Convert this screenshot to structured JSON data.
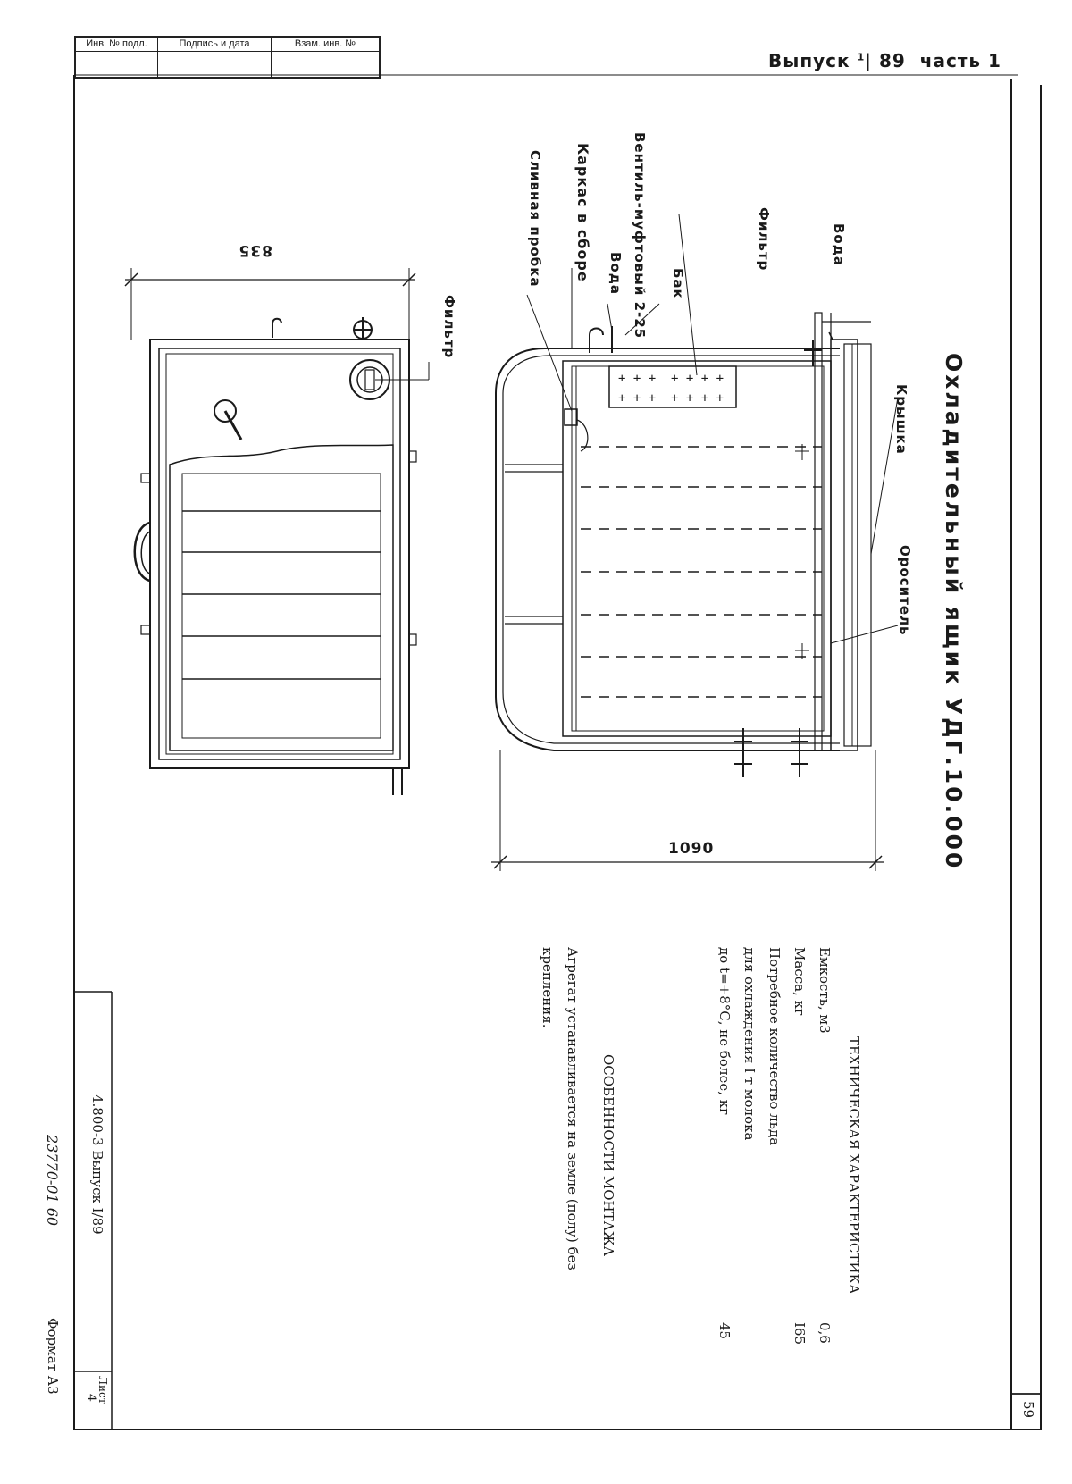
{
  "stamp": {
    "inv_podl": "Инв. № подл.",
    "podpis": "Подпись и дата",
    "vzam": "Взам. инв. №"
  },
  "header": {
    "issue": "Выпуск",
    "issue_num": "1",
    "issue_year": "89",
    "part": "часть 1"
  },
  "title": "Охладительный ящик УДГ.10.000",
  "labels": {
    "kryshka": "Крышка",
    "orositel": "Ороситель",
    "voda_top": "Вода",
    "filtr_right": "Фильтр",
    "bak": "Бак",
    "voda_mid": "Вода",
    "ventil": "Вентиль-муфтовый 2-25",
    "karkas": "Каркас в сборе",
    "slivnaya": "Сливная пробка",
    "filtr_left": "Фильтр"
  },
  "dimensions": {
    "width_plan": "835",
    "width_side": "1090"
  },
  "specs": {
    "heading": "ТЕХНИЧЕСКАЯ ХАРАКТЕРИСТИКА",
    "capacity_label": "Емкость, м3",
    "capacity_value": "0,6",
    "mass_label": "Масса, кг",
    "mass_value": "I65",
    "ice_line1": "Потребное количество льда",
    "ice_line2": "для охлаждения I т молока",
    "ice_line3": "до t=+8°С, не более, кг",
    "ice_value": "45"
  },
  "mounting": {
    "heading": "ОСОБЕННОСТИ МОНТАЖА",
    "line1": "Агрегат устанавливается на земле (полу) без",
    "line2": "крепления."
  },
  "footer": {
    "code": "4.800-3  Выпуск I/89",
    "sheet_label": "Лист",
    "sheet_value": "4",
    "archive": "23770-01   60",
    "format": "Формат А3",
    "page": "59"
  }
}
